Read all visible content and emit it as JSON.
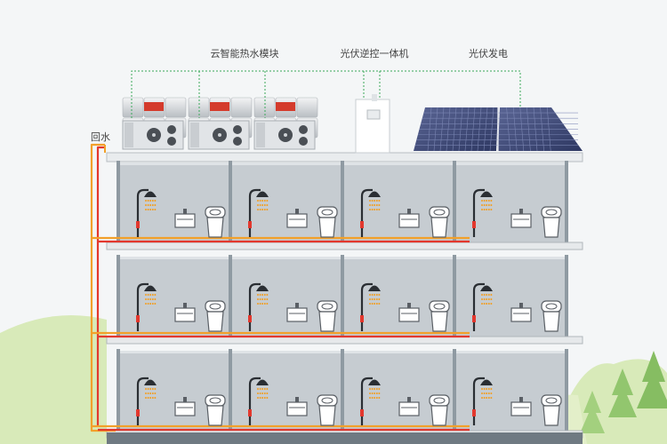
{
  "labels": {
    "heat_module": "云智能热水模块",
    "inverter": "光伏逆控一体机",
    "pv": "光伏发电",
    "return_water": "回水"
  },
  "colors": {
    "hot_pipe": "#e3382e",
    "warm_pipe": "#f2a02a",
    "signal_line": "#3aa85a",
    "wall": "#8f9aa2",
    "room": "#c6ccd1",
    "panel": "#3e4a78",
    "hill": "#cfe4a9",
    "tree": "#8fc46a"
  },
  "building": {
    "floors": 3,
    "rooms_per_floor": 4
  },
  "icons": [
    "shower-icon",
    "sink-icon",
    "toilet-icon",
    "heat-pump-unit-icon",
    "inverter-box-icon",
    "solar-panel-icon",
    "tree-icon"
  ]
}
